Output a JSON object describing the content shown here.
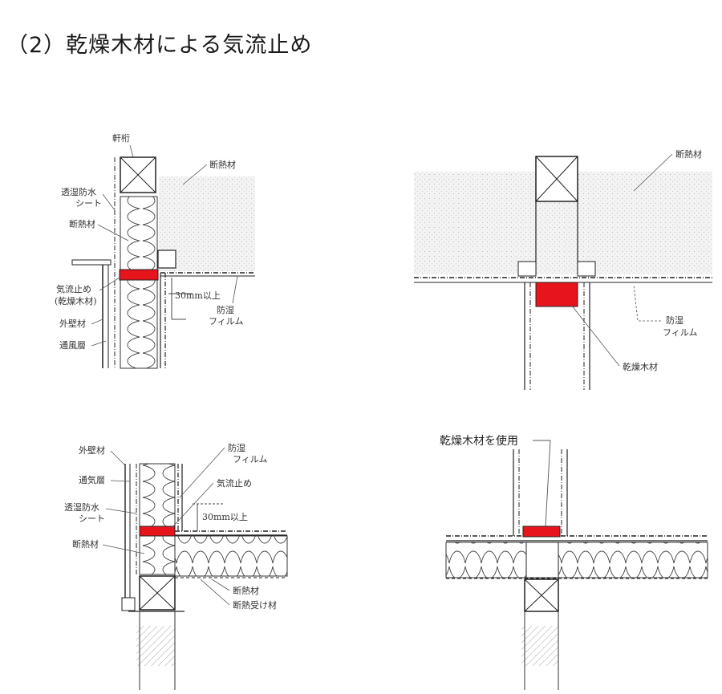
{
  "title": "（2）乾燥木材による気流止め",
  "colors": {
    "airstop": "#e8141c",
    "line": "#333333",
    "insulation_fill": "#f2f2f2"
  },
  "diagram1": {
    "label_nokigeta": "軒桁",
    "label_insulation_top": "断熱材",
    "label_sheet_1": "透湿防水",
    "label_sheet_2": "シート",
    "label_insulation_wall": "断熱材",
    "label_airstop_1": "気流止め",
    "label_airstop_2": "(乾燥木材)",
    "label_exterior": "外壁材",
    "label_vent": "通風層",
    "label_dim": "30mm以上",
    "label_film_1": "防湿",
    "label_film_2": "フィルム"
  },
  "diagram2": {
    "label_insulation": "断熱材",
    "label_film_1": "防湿",
    "label_film_2": "フィルム",
    "label_dry_wood": "乾燥木材"
  },
  "diagram3": {
    "label_exterior": "外壁材",
    "label_vent": "通気層",
    "label_sheet_1": "透湿防水",
    "label_sheet_2": "シート",
    "label_insulation_wall": "断熱材",
    "label_film_1": "防湿",
    "label_film_2": "フィルム",
    "label_airstop": "気流止め",
    "label_dim": "30mm以上",
    "label_insulation": "断熱材",
    "label_insulation_receiver": "断熱受け材"
  },
  "diagram4": {
    "label_use_dry_wood": "乾燥木材を使用"
  }
}
